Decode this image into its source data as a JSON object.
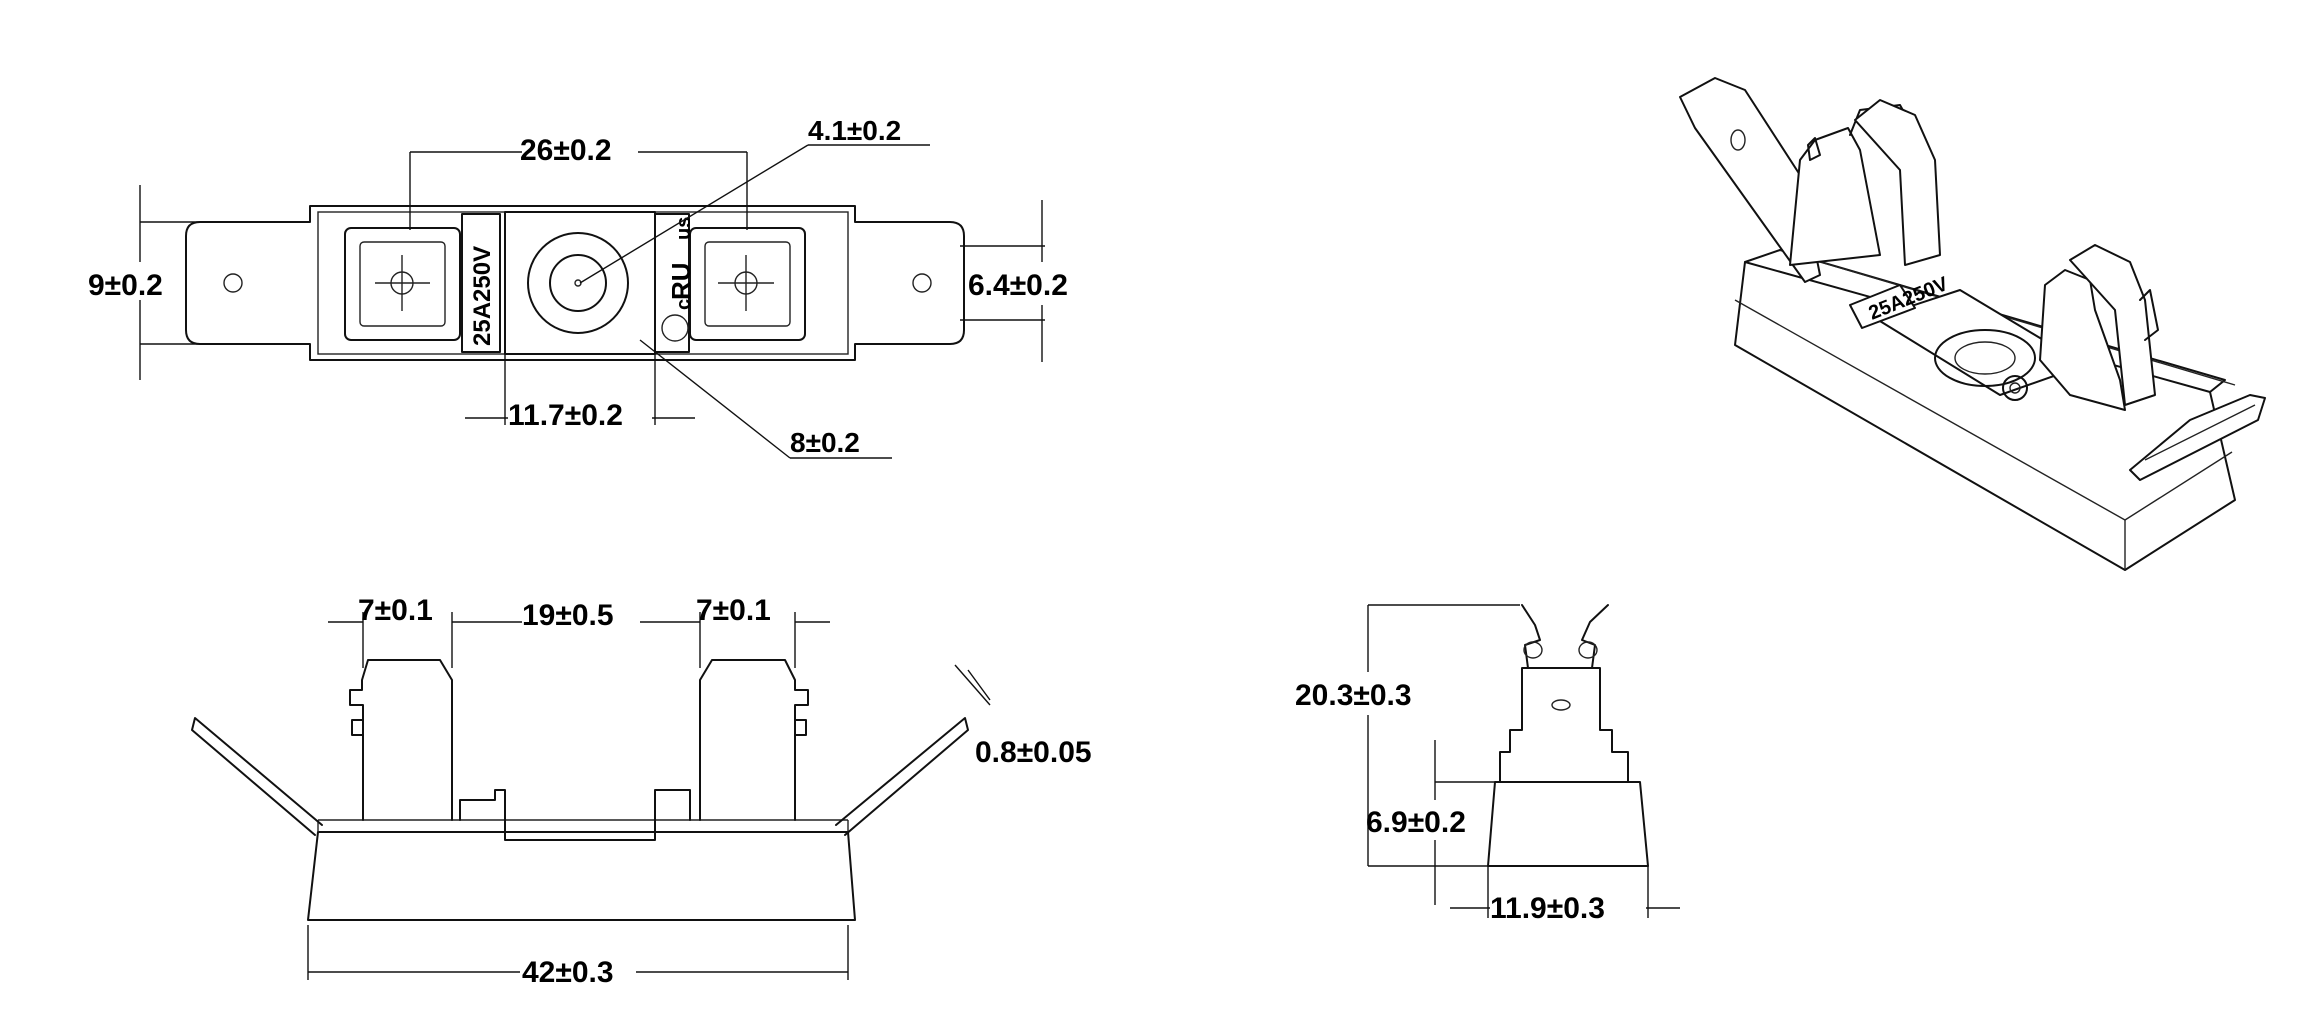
{
  "views": {
    "top": {
      "dim_center_span": "26±0.2",
      "dim_hole": "4.1±0.2",
      "dim_left_height": "9±0.2",
      "dim_right_height": "6.4±0.2",
      "dim_base_width": "11.7±0.2",
      "dim_outer_ring": "8±0.2",
      "rating_label": "25A250V",
      "cert_mark_c": "c",
      "cert_mark_ru": "RU",
      "cert_mark_us": "us"
    },
    "front": {
      "dim_left_clip": "7±0.1",
      "dim_clip_gap": "19±0.5",
      "dim_right_clip": "7±0.1",
      "dim_tab_thickness": "0.8±0.05",
      "dim_overall_length": "42±0.3"
    },
    "side": {
      "dim_total_height": "20.3±0.3",
      "dim_base_height": "6.9±0.2",
      "dim_base_width": "11.9±0.3"
    },
    "iso": {
      "rating_label": "25A250V"
    }
  }
}
